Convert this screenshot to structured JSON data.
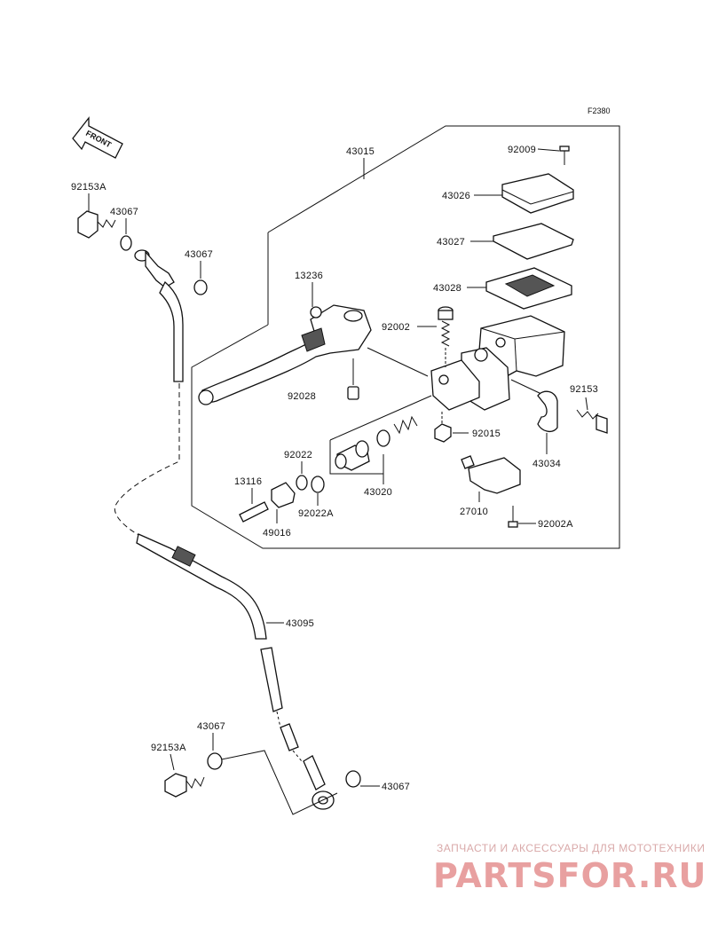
{
  "figure_code": "F2380",
  "front_arrow": {
    "text": "FRONT"
  },
  "labels": {
    "p43015": "43015",
    "p92009": "92009",
    "p43026": "43026",
    "p43027": "43027",
    "p43028": "43028",
    "p13236": "13236",
    "p92002": "92002",
    "p92028": "92028",
    "p92153": "92153",
    "p92015": "92015",
    "p43034": "43034",
    "p92022": "92022",
    "p13116": "13116",
    "p92022A": "92022A",
    "p43020": "43020",
    "p49016": "49016",
    "p27010": "27010",
    "p92002A": "92002A",
    "p92153A_top": "92153A",
    "p43067_a": "43067",
    "p43067_b": "43067",
    "p43095": "43095",
    "p43067_c": "43067",
    "p92153A_bottom": "92153A",
    "p43067_d": "43067"
  },
  "watermark": {
    "text": "ЗАПЧАСТИ И АКСЕССУАРЫ ДЛЯ МОТОТЕХНИКИ",
    "logo": "PARTSFOR.RU"
  },
  "colors": {
    "line": "#111111",
    "watermark": "#e8a0a0"
  }
}
